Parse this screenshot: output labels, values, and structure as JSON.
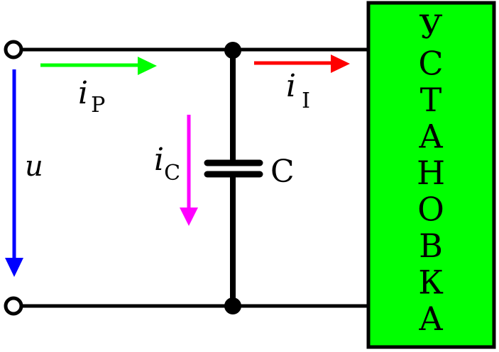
{
  "diagram": {
    "labels": {
      "voltage": "u",
      "current_symbol": "i",
      "source_current_sub": "P",
      "load_current_sub": "I",
      "capacitor_current_sub": "C",
      "capacitor": "C"
    },
    "load_block": {
      "letters": [
        "У",
        "С",
        "Т",
        "А",
        "Н",
        "О",
        "В",
        "К",
        "А"
      ]
    },
    "colors": {
      "wire": "#000000",
      "voltage_arrow": "#0000ff",
      "source_current_arrow": "#00ff00",
      "load_current_arrow": "#ff0000",
      "capacitor_current_arrow": "#ff00ff",
      "load_fill": "#00ff00"
    }
  }
}
